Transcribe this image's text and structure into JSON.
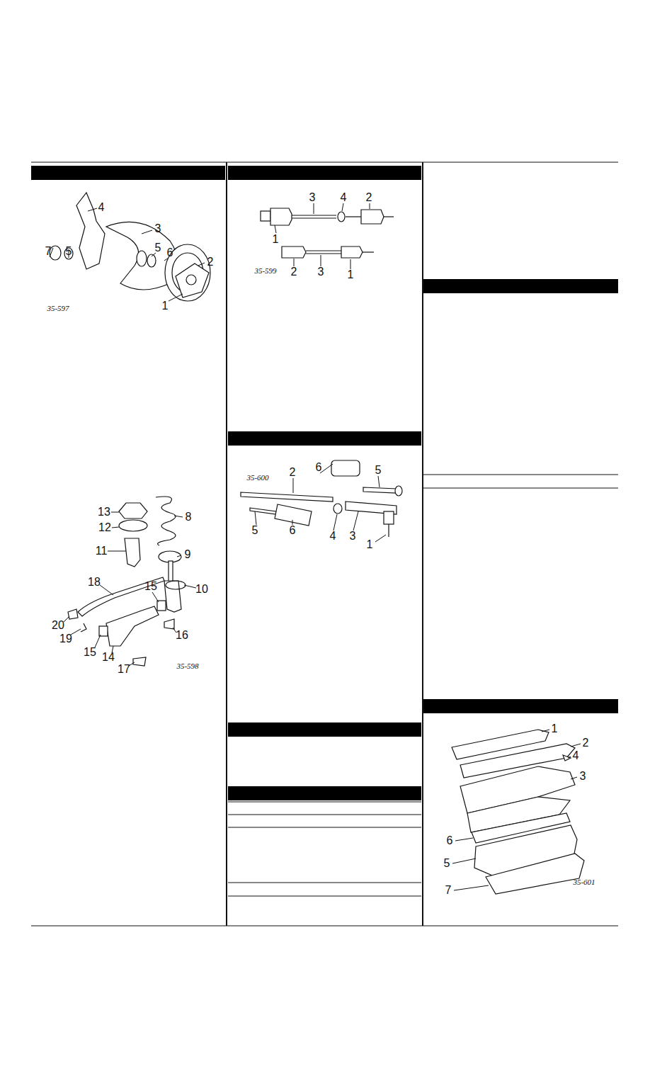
{
  "diagram": {
    "labels": [
      "4",
      "3",
      "7",
      "5",
      "5",
      "6",
      "2",
      "1",
      "35-597",
      "3",
      "4",
      "2",
      "1",
      "2",
      "3",
      "1",
      "35-599",
      "35-600",
      "6",
      "2",
      "5",
      "5",
      "6",
      "4",
      "3",
      "1",
      "13",
      "8",
      "12",
      "11",
      "9",
      "18",
      "15",
      "10",
      "20",
      "19",
      "15",
      "16",
      "14",
      "17",
      "35-598",
      "1",
      "2",
      "4",
      "3",
      "6",
      "5",
      "7",
      "35-601"
    ]
  }
}
